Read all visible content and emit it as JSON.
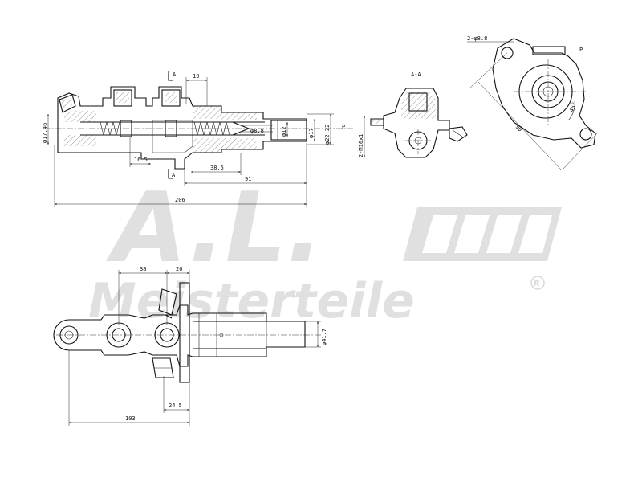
{
  "watermark": {
    "initials": "A.L.",
    "brand": "Meisterteile",
    "registered": "R"
  },
  "top_view": {
    "section_marks": [
      "A",
      "A"
    ],
    "dims": {
      "total_length": "206",
      "length_91": "91",
      "length_38_5": "38.5",
      "length_16_5": "16.5",
      "length_19": "19",
      "bore_17_46": "φ17.46",
      "bore_12": "φ12",
      "bore_17": "φ17",
      "bore_22_22": "φ22.22",
      "inner_label": "φ8.8",
      "port_label": "P"
    }
  },
  "section_view": {
    "title": "A-A",
    "thread_label": "2-M10x1"
  },
  "end_view": {
    "holes_label": "2-φ8.8",
    "angle_label": "45°",
    "width_label": "90",
    "port_label": "P"
  },
  "bottom_view": {
    "dims": {
      "len_38": "38",
      "len_20": "20",
      "len_24_5": "24.5",
      "len_103": "103",
      "dia_41_7": "φ41.7"
    }
  }
}
